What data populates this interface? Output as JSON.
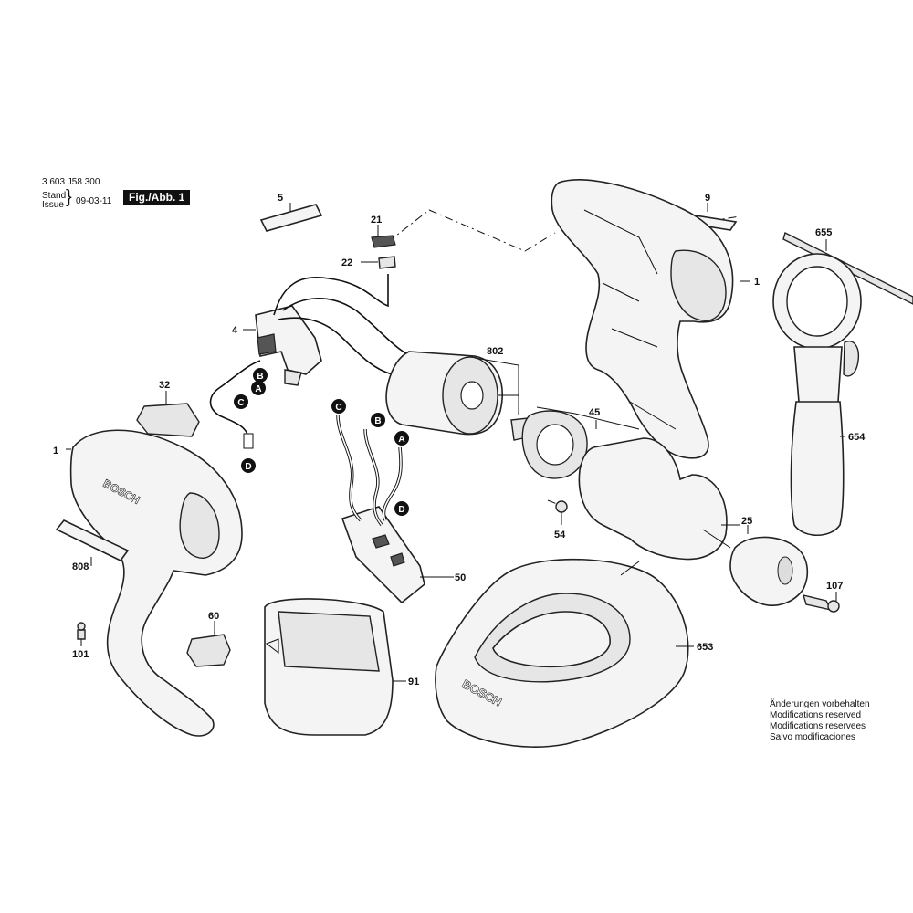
{
  "header": {
    "doc_number": "3 603 J58 300",
    "stand_label": "Stand",
    "issue_label": "Issue",
    "date": "09-03-11",
    "figure": "Fig./Abb. 1"
  },
  "notes": [
    "Änderungen vorbehalten",
    "Modifications reserved",
    "Modifications reservees",
    "Salvo modificaciones"
  ],
  "part_labels": {
    "p1a": "1",
    "p1b": "1",
    "p4": "4",
    "p5": "5",
    "p9": "9",
    "p21": "21",
    "p22": "22",
    "p25": "25",
    "p32": "32",
    "p45": "45",
    "p50": "50",
    "p54": "54",
    "p60": "60",
    "p91": "91",
    "p101": "101",
    "p107": "107",
    "p653": "653",
    "p654": "654",
    "p655": "655",
    "p802": "802",
    "p808": "808"
  },
  "connectors": {
    "a": "A",
    "b": "B",
    "c": "C",
    "d": "D"
  },
  "branding": {
    "housing_logo": "BOSCH",
    "charger_logo": "BOSCH"
  }
}
